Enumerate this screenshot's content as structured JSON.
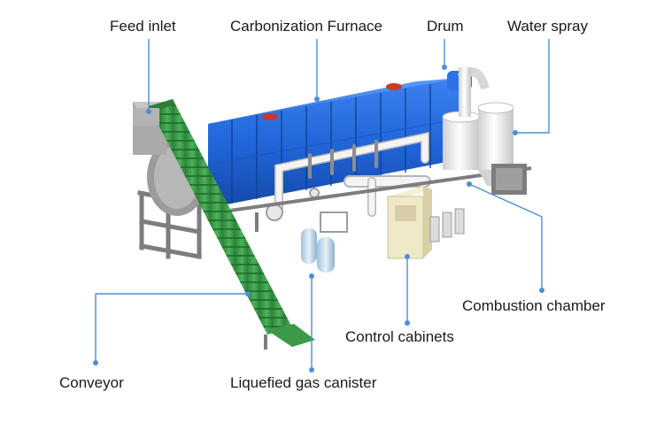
{
  "diagram": {
    "labels": {
      "feed_inlet": "Feed inlet",
      "carbonization_furnace": "Carbonization Furnace",
      "drum": "Drum",
      "water_spray": "Water spray",
      "combustion_chamber": "Combustion chamber",
      "control_cabinets": "Control cabinets",
      "conveyor": "Conveyor",
      "liquefied_gas_canister": "Liquefied gas canister"
    },
    "colors": {
      "furnace_blue": "#1f63d6",
      "conveyor_green": "#3a9a48",
      "frame_gray": "#8a8a8a",
      "pipe_white": "#f1f1f1",
      "cabinet_cream": "#efe9c8",
      "flange_red": "#c83a2a",
      "leader_blue": "#4a90d9"
    }
  }
}
